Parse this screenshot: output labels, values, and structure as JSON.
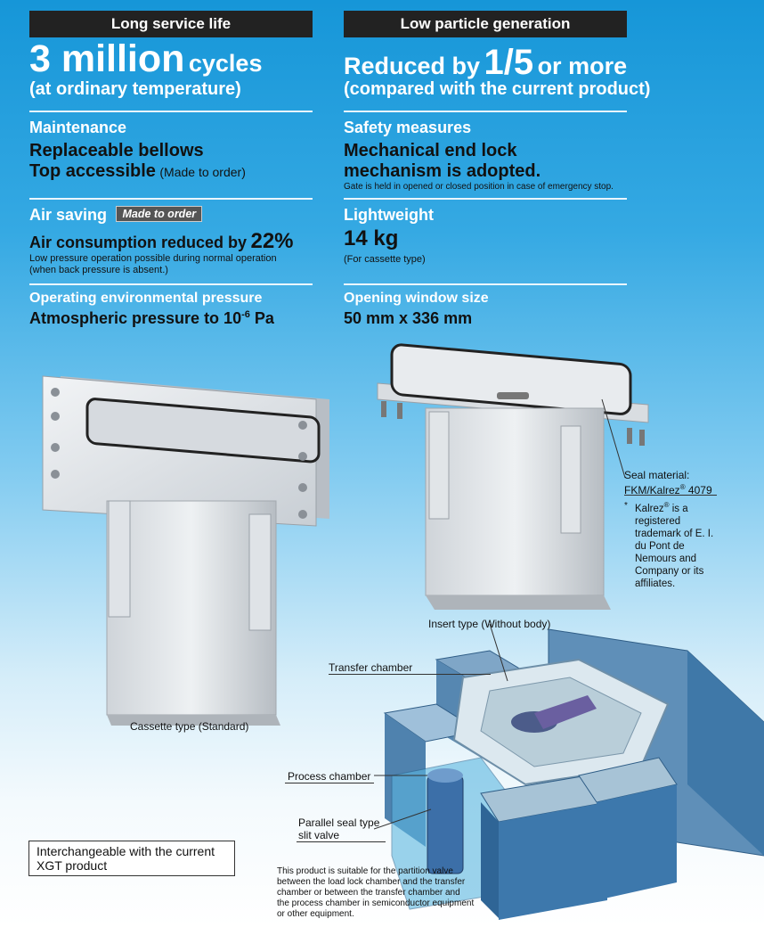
{
  "left": {
    "header": "Long service life",
    "headline_num": "3 million",
    "headline_unit": "cycles",
    "headline_sub": "(at ordinary temperature)",
    "maintenance_title": "Maintenance",
    "maintenance_line1": "Replaceable bellows",
    "maintenance_line2": "Top accessible",
    "maintenance_note": "(Made to order)",
    "air_title": "Air saving",
    "air_tag": "Made to order",
    "air_line": "Air consumption reduced by",
    "air_percent": "22%",
    "air_note1": "Low pressure operation possible during normal operation",
    "air_note2": "(when back pressure is absent.)",
    "env_title": "Operating environmental pressure",
    "env_line": "Atmospheric pressure to 10",
    "env_exp": "-6",
    "env_unit": " Pa"
  },
  "right": {
    "header": "Low particle generation",
    "headline_pre": "Reduced by",
    "headline_num": "1/5",
    "headline_post": "or more",
    "headline_sub": "(compared with the current product)",
    "safety_title": "Safety measures",
    "safety_line1": "Mechanical end lock",
    "safety_line2": "mechanism is adopted.",
    "safety_note": "Gate is held in opened or closed position in case of emergency stop.",
    "light_title": "Lightweight",
    "light_value": "14 kg",
    "light_note": "(For cassette type)",
    "window_title": "Opening window size",
    "window_value": "50 mm x 336 mm"
  },
  "captions": {
    "cassette": "Cassette type (Standard)",
    "insert": "Insert type (Without body)",
    "seal_label": "Seal material:",
    "seal_value": "FKM/Kalrez",
    "seal_value_suffix": " 4079",
    "reg": "®",
    "asterisk": "*",
    "trademark_brand": "Kalrez",
    "trademark_text": " is a registered trademark of E. I. du Pont de Nemours and Company or its affiliates.",
    "transfer": "Transfer chamber",
    "process": "Process chamber",
    "parallel1": "Parallel seal type",
    "parallel2": "slit valve",
    "interchange1": "Interchangeable with the current",
    "interchange2": "XGT product",
    "suitable": "This product is suitable for the partition valve between the load lock chamber and the transfer chamber or between the transfer chamber and the process chamber in semiconductor equipment or other equipment."
  },
  "colors": {
    "bg_top": "#1696d8",
    "header_bar": "#222222",
    "chamber_blue": "#3f78a8"
  }
}
